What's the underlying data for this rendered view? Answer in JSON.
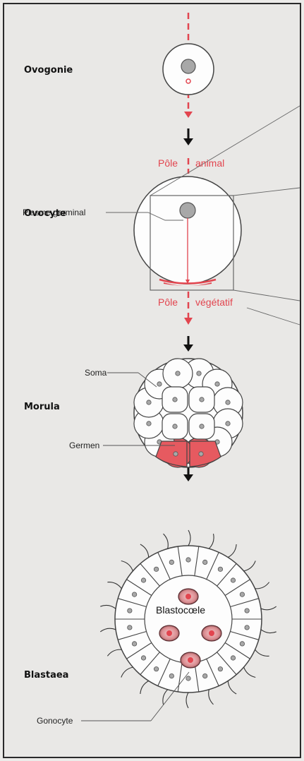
{
  "stages": {
    "ovogonie": "Ovogonie",
    "ovocyte": "Ovocyte",
    "morula": "Morula",
    "blastaea": "Blastaea"
  },
  "labels": {
    "pole_animal_1": "Pôle",
    "pole_animal_2": "animal",
    "pole_vegetatif_1": "Pôle",
    "pole_vegetatif_2": "végétatif",
    "plasme_germinal": "Plasme germinal",
    "soma": "Soma",
    "germen": "Germen",
    "blastocoele": "Blastocœle",
    "gonocyte": "Gonocyte"
  },
  "colors": {
    "accent_red": "#e2454f",
    "germen_fill": "#e65a60",
    "nucleus_gray": "#a8a8a8",
    "line_dark": "#333333"
  }
}
